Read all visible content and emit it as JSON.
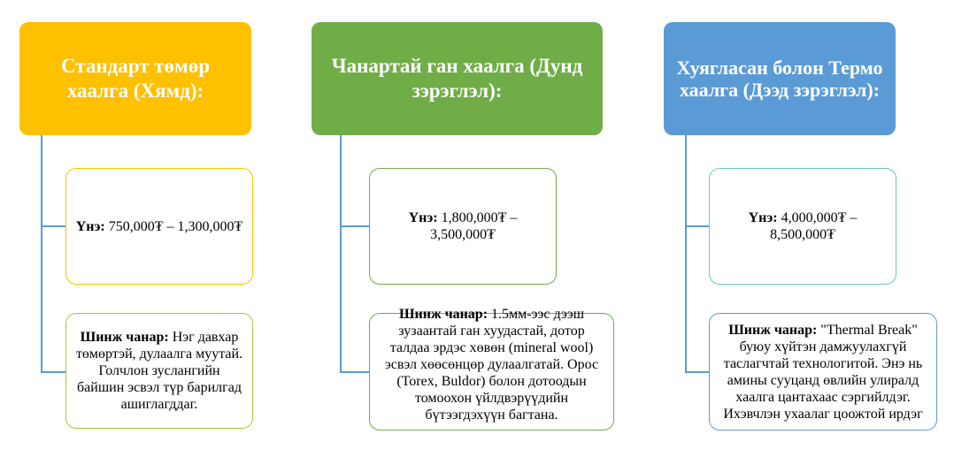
{
  "columns": [
    {
      "title": "Стандарт төмөр хаалга (Хямд):",
      "color": "#FFC000",
      "price_label": "Үнэ:",
      "price": "750,000₮ – 1,300,000₮",
      "feature_label": "Шинж чанар:",
      "feature": "Нэг давхар төмөртэй, дулаалга муутай. Голчлон зуслангийн байшин эсвэл түр барилгад ашиглагддаг."
    },
    {
      "title": "Чанартай ган хаалга (Дунд зэрэглэл):",
      "color": "#70AD47",
      "price_label": "Үнэ:",
      "price": "1,800,000₮ – 3,500,000₮",
      "feature_label": "Шинж чанар:",
      "feature": "1.5мм-ээс дээш зузаантай ган хуудастай, дотор талдаа эрдэс хөвөн (mineral wool) эсвэл хөөсөнцөр дулаалгатай. Орос (Torex, Buldor) болон дотоодын томоохон үйлдвэрүүдийн бүтээгдэхүүн багтана."
    },
    {
      "title": "Хуягласан болон Термо хаалга (Дээд зэрэглэл):",
      "color": "#5B9BD5",
      "price_label": "Үнэ:",
      "price": "4,000,000₮ – 8,500,000₮",
      "feature_label": "Шинж чанар:",
      "feature": "\"Thermal Break\" буюу хүйтэн дамжуулахгүй таслагчтай технологитой. Энэ нь амины сууцанд өвлийн улиралд хаалга цантахаас сэргийлдэг. Ихэвчлэн ухаалаг цоожтой ирдэг"
    }
  ]
}
